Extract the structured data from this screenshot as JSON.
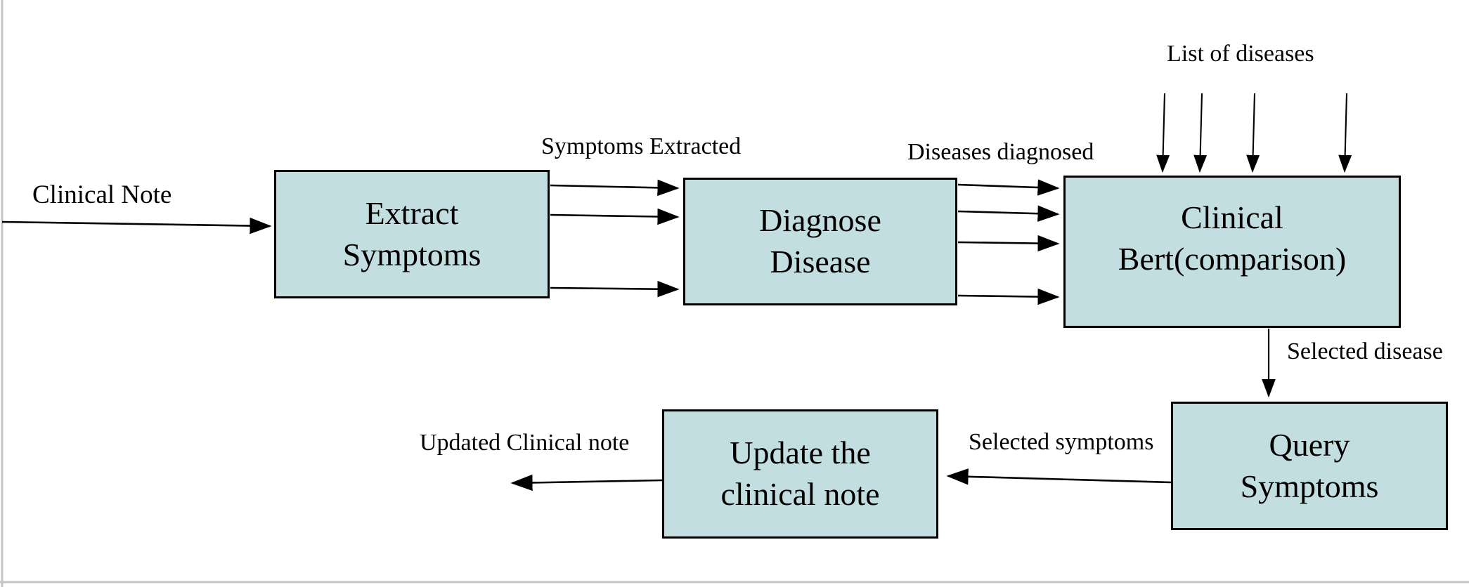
{
  "diagram": {
    "nodes": [
      {
        "id": "extract-symptoms",
        "label": "Extract\nSymptoms"
      },
      {
        "id": "diagnose-disease",
        "label": "Diagnose\nDisease"
      },
      {
        "id": "clinical-bert",
        "label": "Clinical\nBert(comparison)"
      },
      {
        "id": "query-symptoms",
        "label": "Query\nSymptoms"
      },
      {
        "id": "update-clinical-note",
        "label": "Update the\nclinical note"
      }
    ],
    "labels": [
      {
        "id": "clinical-note",
        "text": "Clinical Note"
      },
      {
        "id": "symptoms-extracted",
        "text": "Symptoms Extracted"
      },
      {
        "id": "diseases-diagnosed",
        "text": "Diseases diagnosed"
      },
      {
        "id": "list-of-diseases",
        "text": "List of diseases"
      },
      {
        "id": "selected-disease",
        "text": "Selected disease"
      },
      {
        "id": "selected-symptoms",
        "text": "Selected symptoms"
      },
      {
        "id": "updated-clinical-note",
        "text": "Updated Clinical note"
      }
    ],
    "colors": {
      "node_fill": "#c3dee0",
      "node_border": "#000000",
      "arrow": "#000000",
      "frame": "#c4c4c4"
    }
  }
}
